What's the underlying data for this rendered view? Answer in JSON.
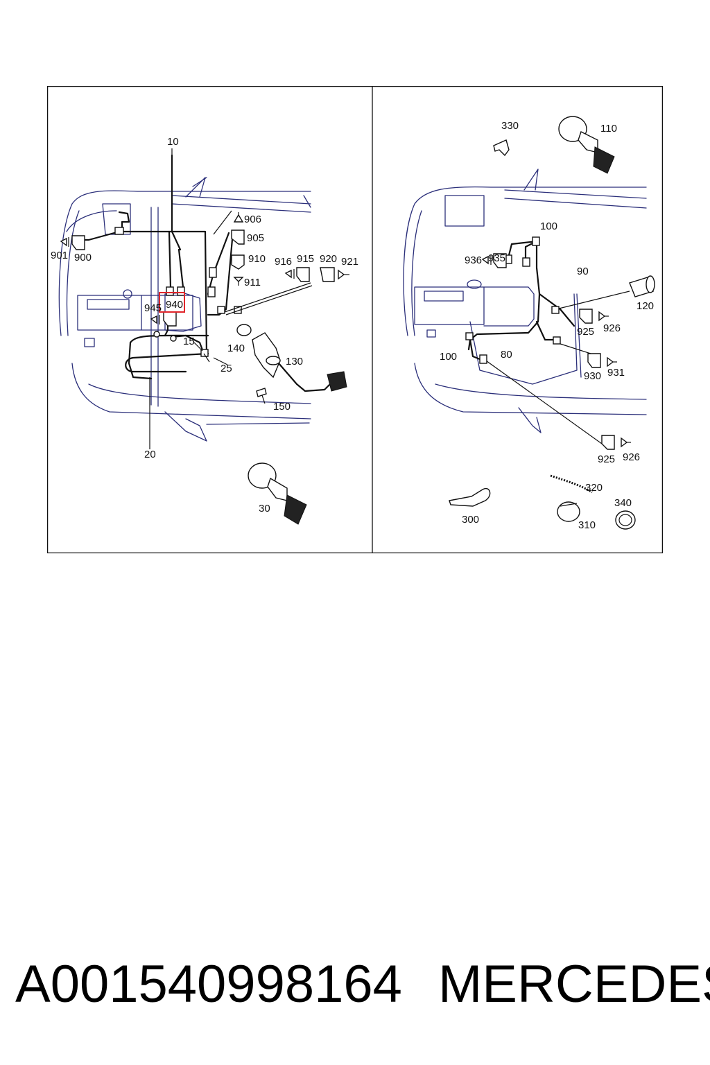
{
  "diagram": {
    "left_panel": {
      "labels": {
        "l10": "10",
        "l906": "906",
        "l905": "905",
        "l910": "910",
        "l911": "911",
        "l916": "916",
        "l915": "915",
        "l920": "920",
        "l921": "921",
        "l901": "901",
        "l900": "900",
        "l945": "945",
        "l940": "940",
        "l15": "15",
        "l140": "140",
        "l130": "130",
        "l25": "25",
        "l150": "150",
        "l20": "20",
        "l30": "30"
      },
      "highlight": {
        "label": "940",
        "color": "#e0262b"
      }
    },
    "right_panel": {
      "labels": {
        "l330": "330",
        "l110": "110",
        "l100a": "100",
        "l936": "936",
        "l935": "935",
        "l90": "90",
        "l120": "120",
        "l925a": "925",
        "l926a": "926",
        "l100b": "100",
        "l80": "80",
        "l930": "930",
        "l931": "931",
        "l925b": "925",
        "l926b": "926",
        "l320": "320",
        "l300": "300",
        "l310": "310",
        "l340": "340"
      }
    }
  },
  "footer": {
    "part_number": "A001540998164",
    "brand": "MERCEDES"
  }
}
